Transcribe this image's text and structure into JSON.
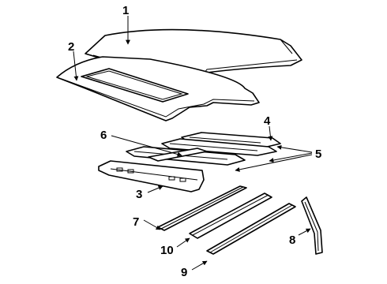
{
  "callouts": {
    "c1": "1",
    "c2": "2",
    "c3": "3",
    "c4": "4",
    "c5": "5",
    "c6": "6",
    "c7": "7",
    "c8": "8",
    "c9": "9",
    "c10": "10"
  },
  "colors": {
    "ink": "#000000",
    "background": "#ffffff"
  }
}
